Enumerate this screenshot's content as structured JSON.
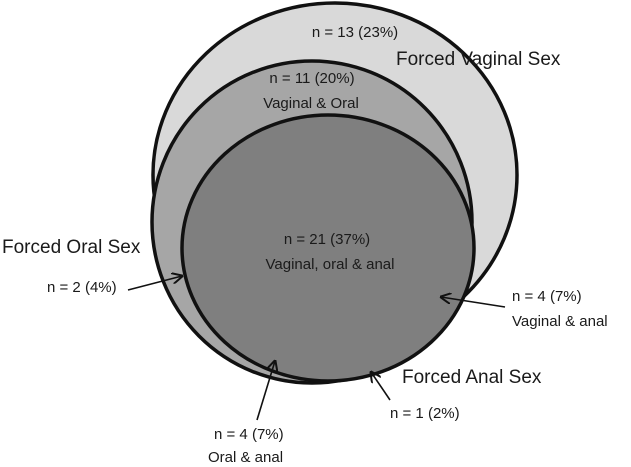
{
  "sets": {
    "vaginal": "Forced Vaginal Sex",
    "oral": "Forced Oral Sex",
    "anal": "Forced Anal Sex"
  },
  "regions": {
    "vaginal_only": {
      "count": "n = 13 (23%)"
    },
    "vaginal_oral": {
      "count": "n = 11 (20%)",
      "desc": "Vaginal & Oral"
    },
    "all_three": {
      "count": "n = 21 (37%)",
      "desc": "Vaginal, oral & anal"
    },
    "oral_only": {
      "count": "n = 2 (4%)"
    },
    "vaginal_anal": {
      "count": "n = 4 (7%)",
      "desc": "Vaginal & anal"
    },
    "anal_only": {
      "count": "n = 1 (2%)"
    },
    "oral_anal": {
      "count": "n = 4 (7%)",
      "desc": "Oral & anal"
    }
  },
  "colors": {
    "vaginal_fill": "#d9d9d9",
    "oral_fill": "#a6a6a6",
    "anal_fill": "#7f7f7f",
    "outline": "#111111"
  }
}
